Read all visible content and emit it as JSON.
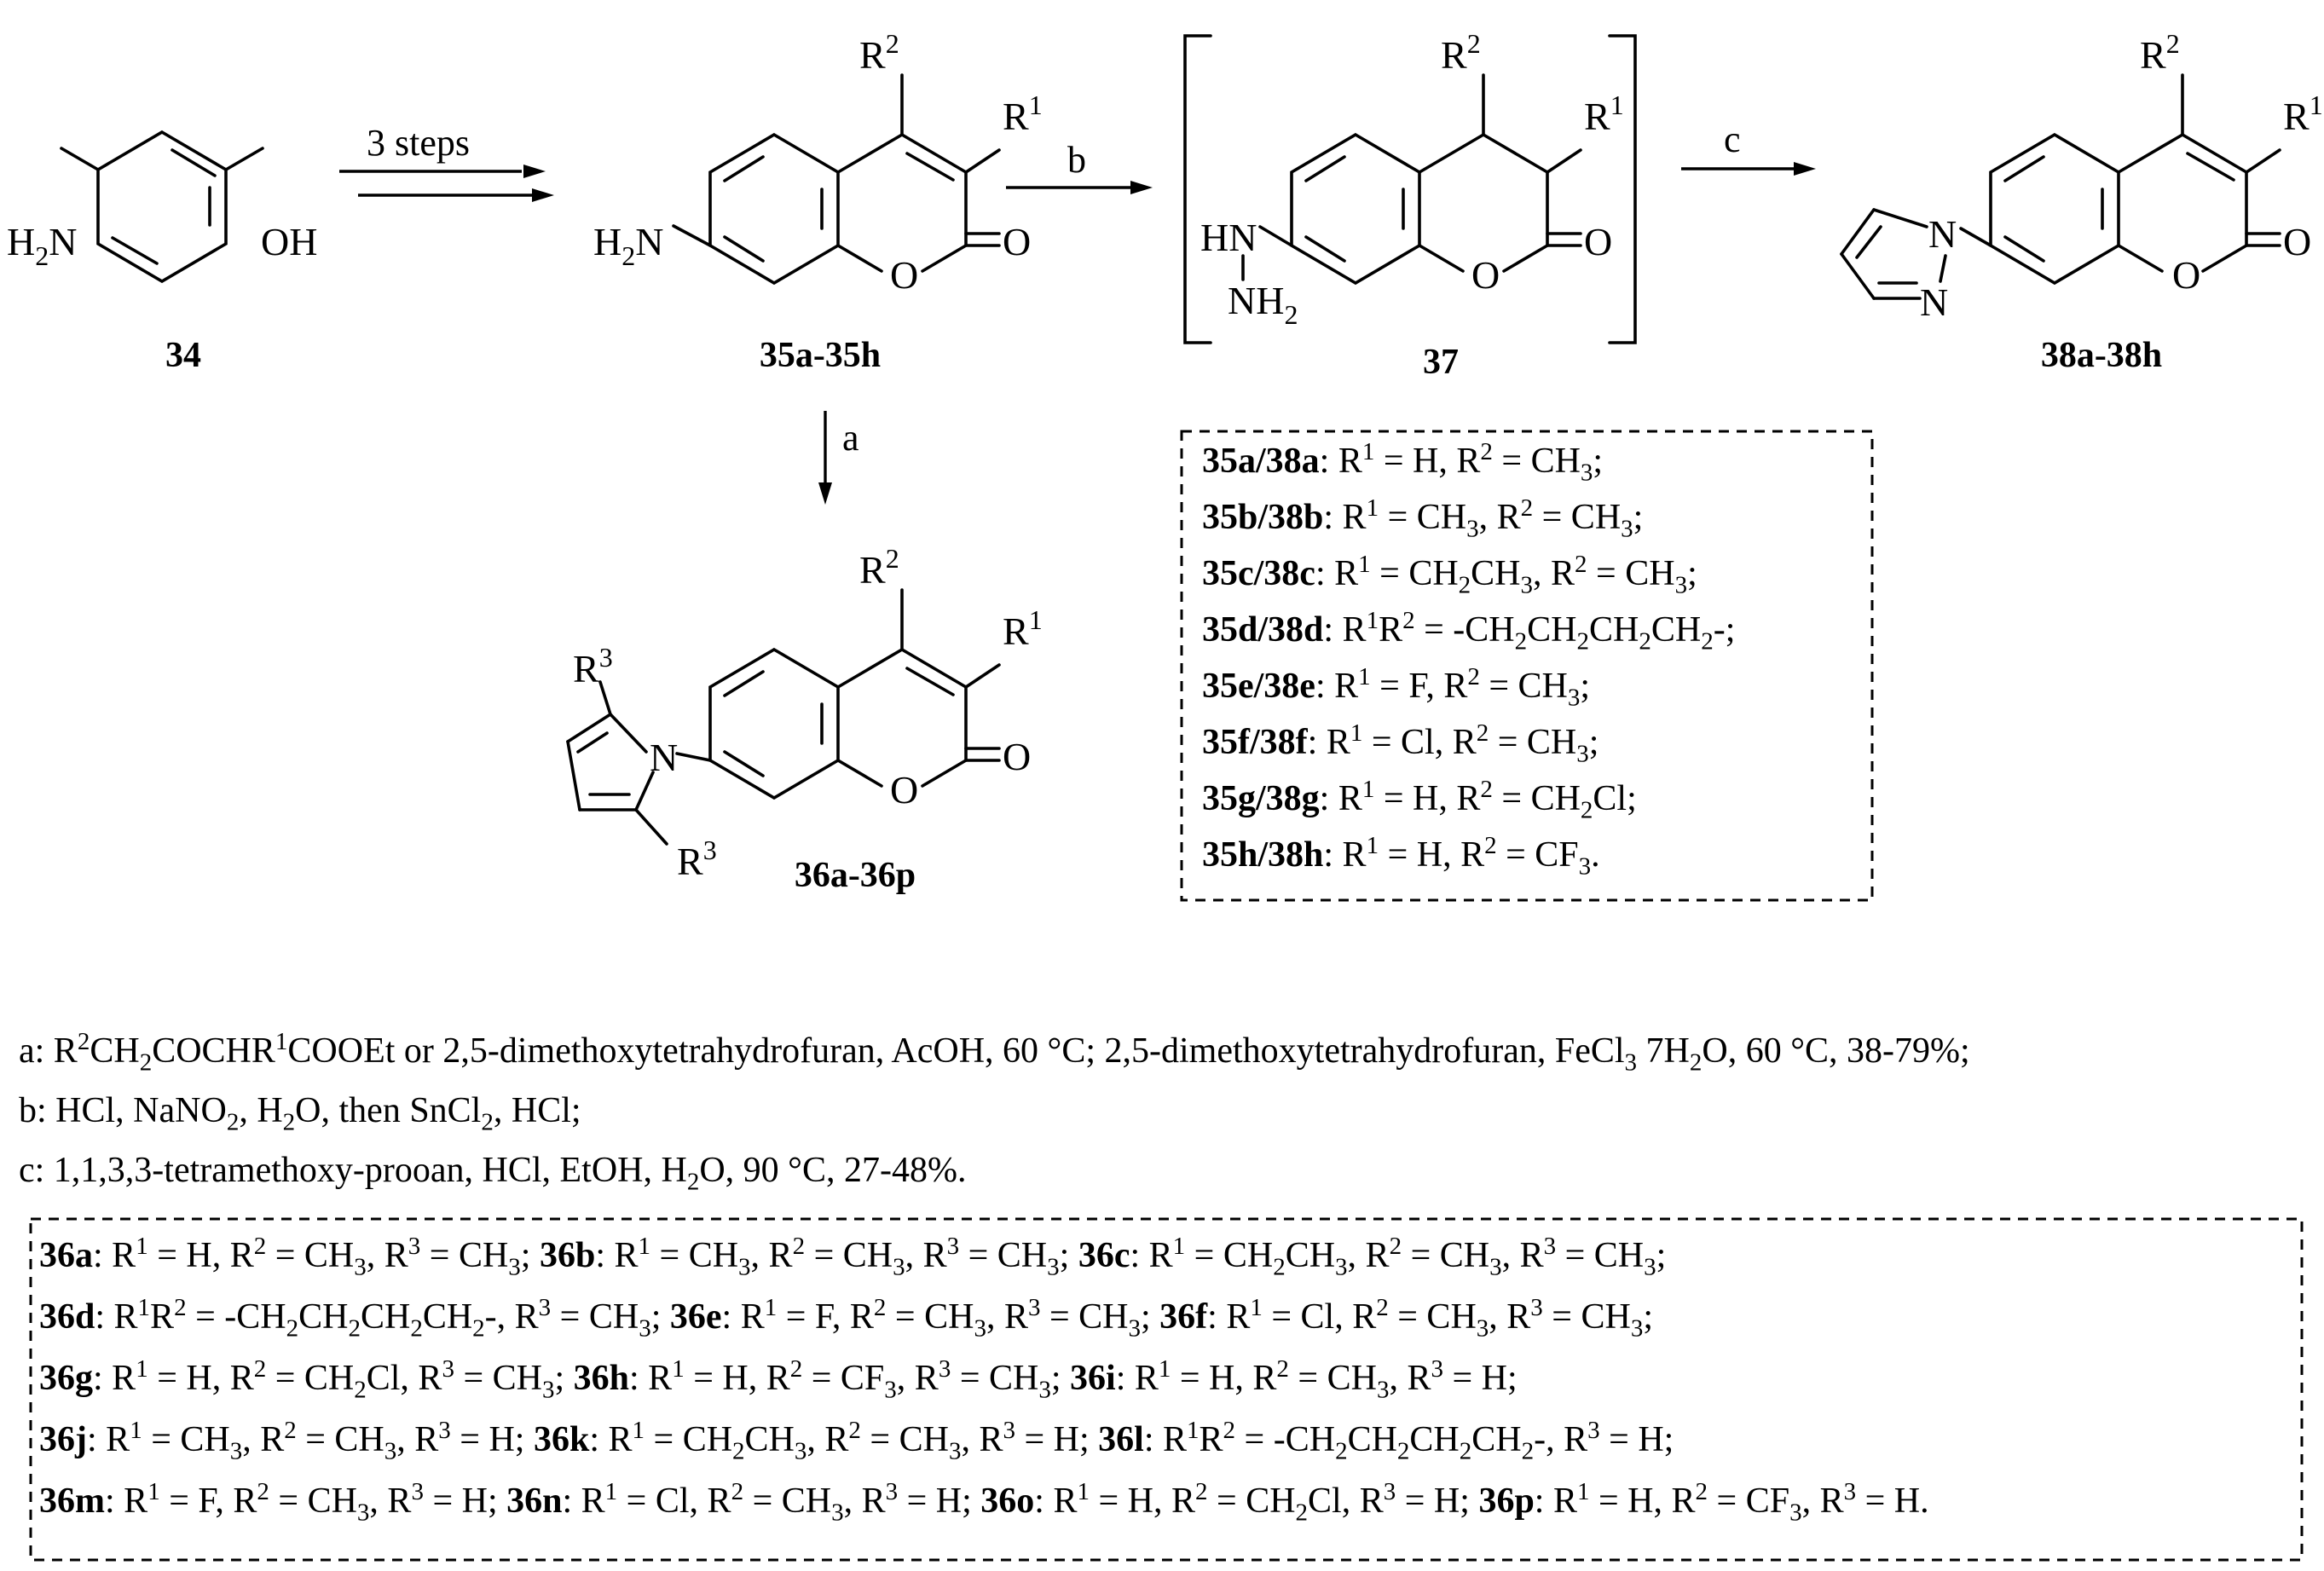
{
  "compounds": {
    "c34": "34",
    "c35": "35a-35h",
    "c36": "36a-36p",
    "c37": "37",
    "c38": "38a-38h"
  },
  "atoms": {
    "h2n": "H2N",
    "oh": "OH",
    "o": "O",
    "n": "N",
    "hn": "HN",
    "nh2": "NH2",
    "r1": "R1",
    "r2": "R2",
    "r3": "R3"
  },
  "arrows": {
    "steps": "3 steps",
    "a": "a",
    "b": "b",
    "c": "c"
  },
  "box38": [
    "35a/38a: R1 = H, R2 = CH3;",
    "35b/38b: R1 = CH3, R2 = CH3;",
    "35c/38c: R1 = CH2CH3, R2 = CH3;",
    "35d/38d: R1R2 = -CH2CH2CH2CH2-;",
    "35e/38e: R1 = F, R2 = CH3;",
    "35f/38f: R1 = Cl, R2 = CH3;",
    "35g/38g: R1 = H, R2 = CH2Cl;",
    "35h/38h: R1 = H, R2 = CF3."
  ],
  "conditions": [
    "a: R2CH2COCHR1COOEt or 2,5-dimethoxytetrahydrofuran, AcOH, 60 °C; 2,5-dimethoxytetrahydrofuran, FeCl3 7H2O, 60 °C, 38-79%;",
    "b: HCl, NaNO2, H2O, then SnCl2, HCl;",
    "c: 1,1,3,3-tetramethoxy-prooan, HCl, EtOH, H2O, 90 °C, 27-48%."
  ],
  "box36": [
    "36a: R1 = H, R2 = CH3, R3 = CH3; 36b: R1 = CH3, R2 = CH3, R3 = CH3; 36c: R1 = CH2CH3, R2 = CH3, R3 = CH3;",
    "36d: R1R2 = -CH2CH2CH2CH2-, R3 = CH3; 36e: R1 = F, R2 = CH3, R3 = CH3; 36f: R1 = Cl, R2 = CH3, R3 = CH3;",
    "36g: R1 = H, R2 = CH2Cl, R3 = CH3; 36h: R1 = H, R2 = CF3, R3 = CH3; 36i: R1 = H, R2 = CH3, R3 = H;",
    "36j: R1 = CH3, R2 = CH3, R3 = H; 36k: R1 = CH2CH3, R2 = CH3, R3 = H; 36l: R1R2 = -CH2CH2CH2CH2-, R3 = H;",
    "36m: R1 = F, R2 = CH3, R3 = H; 36n: R1 = Cl, R2 = CH3, R3 = H; 36o: R1 = H, R2 = CH2Cl, R3 = H; 36p: R1 = H, R2 = CF3, R3 = H."
  ]
}
